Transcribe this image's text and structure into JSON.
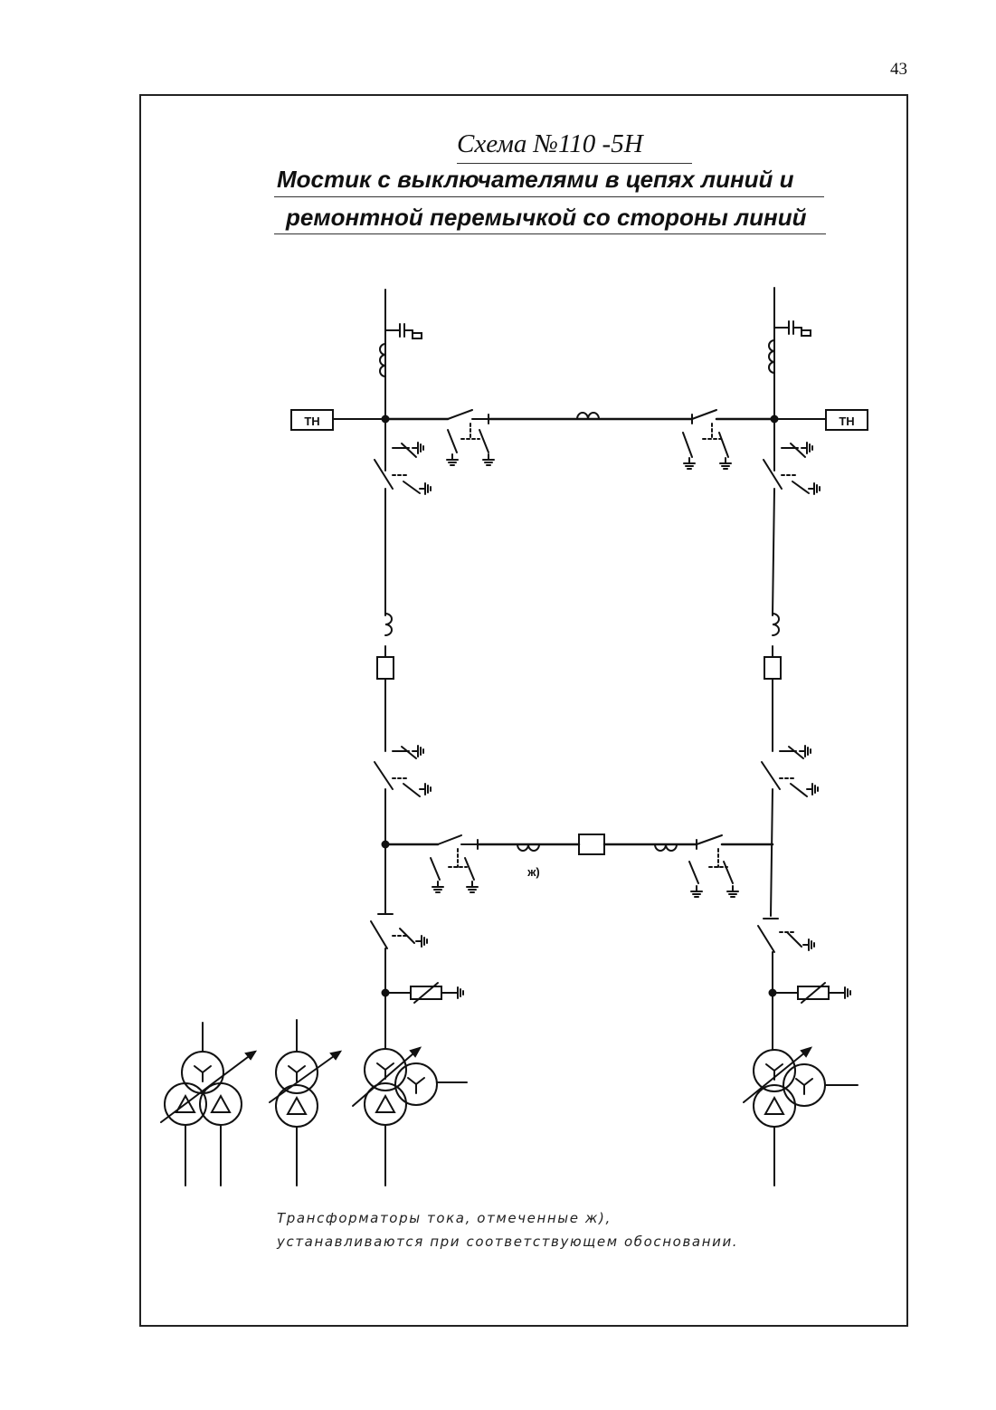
{
  "page": {
    "number": "43"
  },
  "title": {
    "scheme": "Схема  №110 -5Н",
    "line1": "Мостик с выключателями в цепях линий и",
    "line2": "ремонтной перемычкой со стороны линий"
  },
  "labels": {
    "vt_left": "ТН",
    "vt_right": "ТН",
    "ct_marker": "ж)"
  },
  "note": {
    "line1": "Трансформаторы тока, отмеченные ж),",
    "line2": "устанавливаются при соответствующем обосновании."
  }
}
